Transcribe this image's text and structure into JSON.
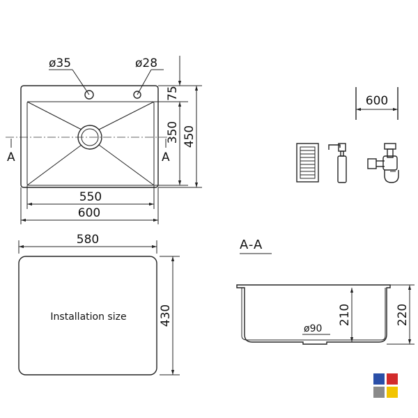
{
  "top_view": {
    "hole_left_diameter": "ø35",
    "hole_right_diameter": "ø28",
    "dim_top_offset": "75",
    "dim_bowl_depth": "350",
    "dim_total_depth": "450",
    "dim_bowl_width": "550",
    "dim_total_width": "600",
    "section_marker_left": "A",
    "section_marker_right": "A"
  },
  "cabinet": {
    "dim_width": "600"
  },
  "installation": {
    "label": "Installation size",
    "dim_width": "580",
    "dim_height": "430"
  },
  "section": {
    "title": "A-A",
    "drain_diameter": "ø90",
    "dim_bowl_depth": "210",
    "dim_total_depth": "220"
  },
  "accessories": [
    {
      "name": "drain-basket"
    },
    {
      "name": "soap-dispenser"
    },
    {
      "name": "siphon"
    }
  ],
  "brand_colors": [
    "#2a4fa8",
    "#d22b2b",
    "#8a8a8a",
    "#f2c400"
  ]
}
